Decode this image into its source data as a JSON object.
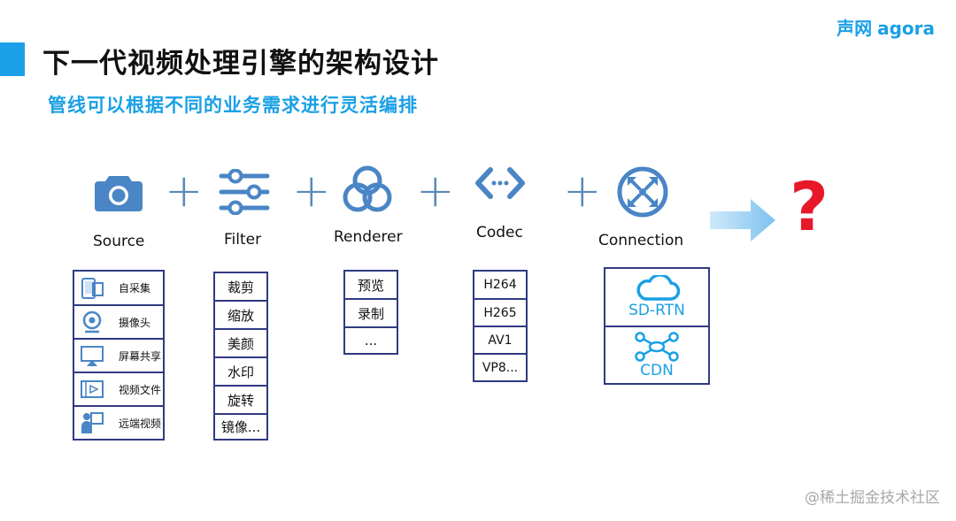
{
  "header": {
    "title": "下一代视频处理引擎的架构设计",
    "subtitle": "管线可以根据不同的业务需求进行灵活编排",
    "logo_cn": "声网",
    "logo_en": "agora"
  },
  "stages": [
    {
      "label": "Source",
      "icon": "camera-icon"
    },
    {
      "label": "Filter",
      "icon": "sliders-icon"
    },
    {
      "label": "Renderer",
      "icon": "overlapping-circles-icon"
    },
    {
      "label": "Codec",
      "icon": "code-arrows-icon"
    },
    {
      "label": "Connection",
      "icon": "network-hub-icon"
    }
  ],
  "result_icon": "question-mark-icon",
  "source_items": [
    {
      "label": "自采集",
      "icon": "film-phone-icon"
    },
    {
      "label": "摄像头",
      "icon": "webcam-icon"
    },
    {
      "label": "屏幕共享",
      "icon": "screen-share-icon"
    },
    {
      "label": "视频文件",
      "icon": "video-file-icon"
    },
    {
      "label": "远端视频",
      "icon": "remote-presenter-icon"
    }
  ],
  "filter_items": [
    "裁剪",
    "缩放",
    "美颜",
    "水印",
    "旋转",
    "镜像..."
  ],
  "renderer_items": [
    "预览",
    "录制",
    "..."
  ],
  "codec_items": [
    "H264",
    "H265",
    "AV1",
    "VP8..."
  ],
  "connection_items": [
    {
      "label": "SD-RTN",
      "icon": "cloud-icon"
    },
    {
      "label": "CDN",
      "icon": "network-nodes-icon"
    }
  ],
  "watermark": "@稀土掘金技术社区",
  "colors": {
    "accent": "#1aa0e6",
    "icon_blue": "#4a85c5",
    "box_border": "#303a82",
    "question_red": "#e8182b"
  }
}
